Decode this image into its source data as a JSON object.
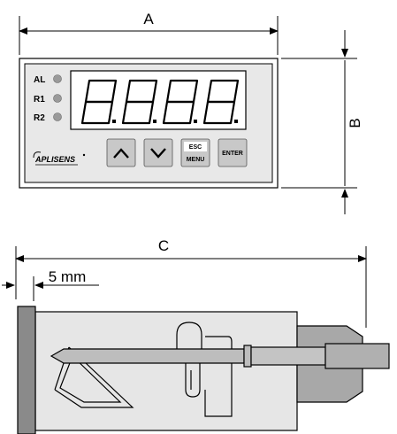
{
  "dimensions": {
    "width_label": "A",
    "height_label": "B",
    "depth_label": "C",
    "panel_thickness_label": "5 mm"
  },
  "front_panel": {
    "indicators": [
      "AL",
      "R1",
      "R2"
    ],
    "brand": "APLISENS",
    "buttons": {
      "up": "up-arrow",
      "down": "down-arrow",
      "esc_top": "ESC",
      "esc_bottom": "MENU",
      "enter": "ENTER"
    }
  },
  "colors": {
    "panel_fill": "#e8e8e8",
    "display_fill": "#ffffff",
    "button_fill": "#c8c8c8",
    "housing_fill": "#e0e0e0",
    "flange_fill": "#8a8a8a",
    "connector_fill": "#a8a8a8"
  }
}
